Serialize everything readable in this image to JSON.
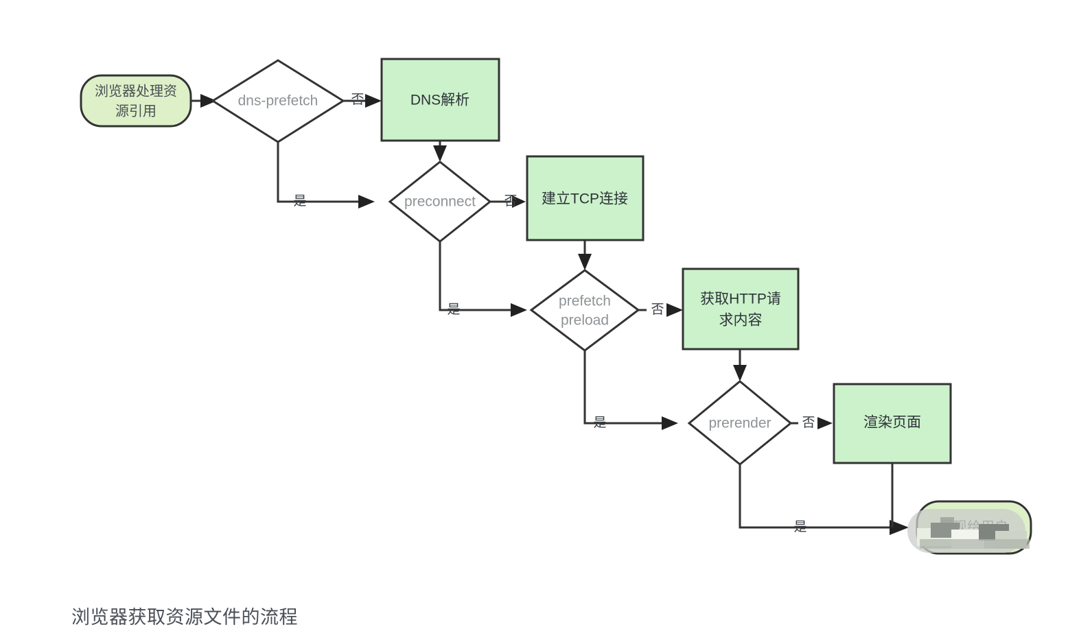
{
  "diagram": {
    "type": "flowchart",
    "caption": "浏览器获取资源文件的流程",
    "colors": {
      "process_fill": "#ccf2cc",
      "terminal_fill": "#ddf0c8",
      "decision_fill": "#ffffff",
      "stroke": "#333333",
      "decision_text": "#8f9396",
      "process_text": "#2d3338",
      "caption_text": "#4a5056"
    },
    "nodes": {
      "start": {
        "label": "浏览器处理资源引用",
        "line1": "浏览器处理资",
        "line2": "源引用",
        "shape": "stadium"
      },
      "dns_prefetch": {
        "label": "dns-prefetch",
        "shape": "decision"
      },
      "dns_resolve": {
        "label": "DNS解析",
        "shape": "process"
      },
      "preconnect": {
        "label": "preconnect",
        "shape": "decision"
      },
      "tcp_connect": {
        "label": "建立TCP连接",
        "shape": "process"
      },
      "prefetch_preload": {
        "label": "prefetch preload",
        "line1": "prefetch",
        "line2": "preload",
        "shape": "decision"
      },
      "http_request": {
        "label": "获取HTTP请求内容",
        "line1": "获取HTTP请",
        "line2": "求内容",
        "shape": "process"
      },
      "prerender": {
        "label": "prerender",
        "shape": "decision"
      },
      "render_page": {
        "label": "渲染页面",
        "shape": "process"
      },
      "end": {
        "label": "呈现给用户",
        "shape": "stadium",
        "state": "partially-obscured"
      }
    },
    "edge_labels": {
      "dns_no": "否",
      "dns_yes": "是",
      "preconnect_no": "否",
      "preconnect_yes": "是",
      "prefetch_no": "否",
      "prefetch_yes": "是",
      "prerender_no": "否",
      "prerender_yes": "是"
    },
    "edges": [
      {
        "from": "start",
        "to": "dns_prefetch",
        "label": ""
      },
      {
        "from": "dns_prefetch",
        "to": "dns_resolve",
        "label": "否"
      },
      {
        "from": "dns_prefetch",
        "to": "preconnect",
        "label": "是"
      },
      {
        "from": "dns_resolve",
        "to": "preconnect",
        "label": ""
      },
      {
        "from": "preconnect",
        "to": "tcp_connect",
        "label": "否"
      },
      {
        "from": "preconnect",
        "to": "prefetch_preload",
        "label": "是"
      },
      {
        "from": "tcp_connect",
        "to": "prefetch_preload",
        "label": ""
      },
      {
        "from": "prefetch_preload",
        "to": "http_request",
        "label": "否"
      },
      {
        "from": "prefetch_preload",
        "to": "prerender",
        "label": "是"
      },
      {
        "from": "http_request",
        "to": "prerender",
        "label": ""
      },
      {
        "from": "prerender",
        "to": "render_page",
        "label": "否"
      },
      {
        "from": "prerender",
        "to": "end",
        "label": "是"
      },
      {
        "from": "render_page",
        "to": "end",
        "label": ""
      }
    ]
  }
}
